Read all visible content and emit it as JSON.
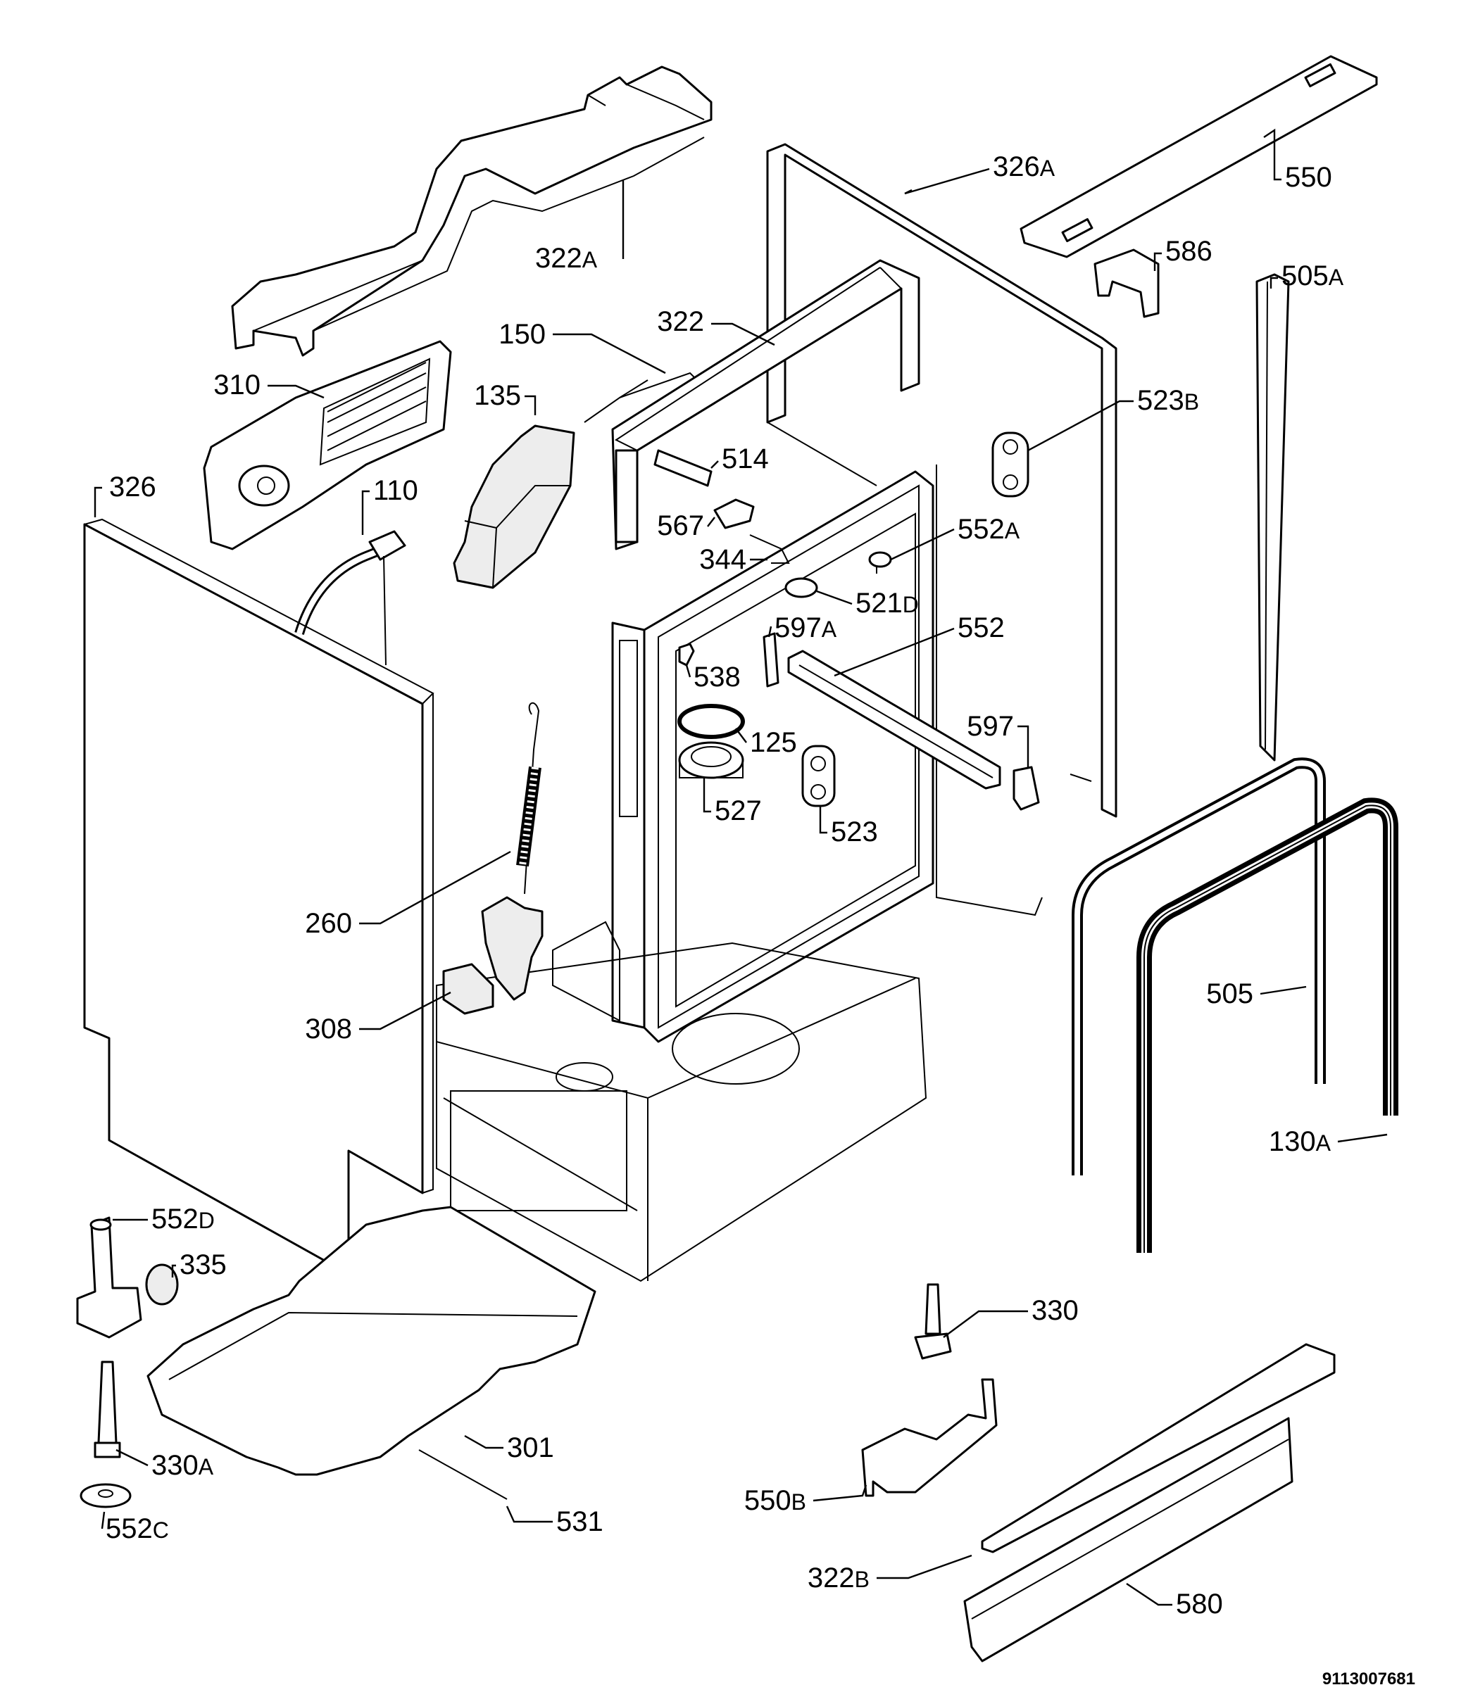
{
  "diagram": {
    "document_number": "9113007681",
    "callouts": [
      {
        "id": "322A",
        "num": "322",
        "suffix": "A"
      },
      {
        "id": "326A",
        "num": "326",
        "suffix": "A"
      },
      {
        "id": "550",
        "num": "550",
        "suffix": ""
      },
      {
        "id": "586",
        "num": "586",
        "suffix": ""
      },
      {
        "id": "505A",
        "num": "505",
        "suffix": "A"
      },
      {
        "id": "150",
        "num": "150",
        "suffix": ""
      },
      {
        "id": "322",
        "num": "322",
        "suffix": ""
      },
      {
        "id": "310",
        "num": "310",
        "suffix": ""
      },
      {
        "id": "135",
        "num": "135",
        "suffix": ""
      },
      {
        "id": "523B",
        "num": "523",
        "suffix": "B"
      },
      {
        "id": "514",
        "num": "514",
        "suffix": ""
      },
      {
        "id": "326",
        "num": "326",
        "suffix": ""
      },
      {
        "id": "110",
        "num": "110",
        "suffix": ""
      },
      {
        "id": "567",
        "num": "567",
        "suffix": ""
      },
      {
        "id": "552A",
        "num": "552",
        "suffix": "A"
      },
      {
        "id": "344",
        "num": "344",
        "suffix": ""
      },
      {
        "id": "521D",
        "num": "521",
        "suffix": "D"
      },
      {
        "id": "597A",
        "num": "597",
        "suffix": "A"
      },
      {
        "id": "552",
        "num": "552",
        "suffix": ""
      },
      {
        "id": "538",
        "num": "538",
        "suffix": ""
      },
      {
        "id": "597",
        "num": "597",
        "suffix": ""
      },
      {
        "id": "125",
        "num": "125",
        "suffix": ""
      },
      {
        "id": "527",
        "num": "527",
        "suffix": ""
      },
      {
        "id": "523",
        "num": "523",
        "suffix": ""
      },
      {
        "id": "260",
        "num": "260",
        "suffix": ""
      },
      {
        "id": "505",
        "num": "505",
        "suffix": ""
      },
      {
        "id": "308",
        "num": "308",
        "suffix": ""
      },
      {
        "id": "130A",
        "num": "130",
        "suffix": "A"
      },
      {
        "id": "552D",
        "num": "552",
        "suffix": "D"
      },
      {
        "id": "335",
        "num": "335",
        "suffix": ""
      },
      {
        "id": "330",
        "num": "330",
        "suffix": ""
      },
      {
        "id": "301",
        "num": "301",
        "suffix": ""
      },
      {
        "id": "330A",
        "num": "330",
        "suffix": "A"
      },
      {
        "id": "550B",
        "num": "550",
        "suffix": "B"
      },
      {
        "id": "531",
        "num": "531",
        "suffix": ""
      },
      {
        "id": "552C",
        "num": "552",
        "suffix": "C"
      },
      {
        "id": "322B",
        "num": "322",
        "suffix": "B"
      },
      {
        "id": "580",
        "num": "580",
        "suffix": ""
      }
    ]
  }
}
